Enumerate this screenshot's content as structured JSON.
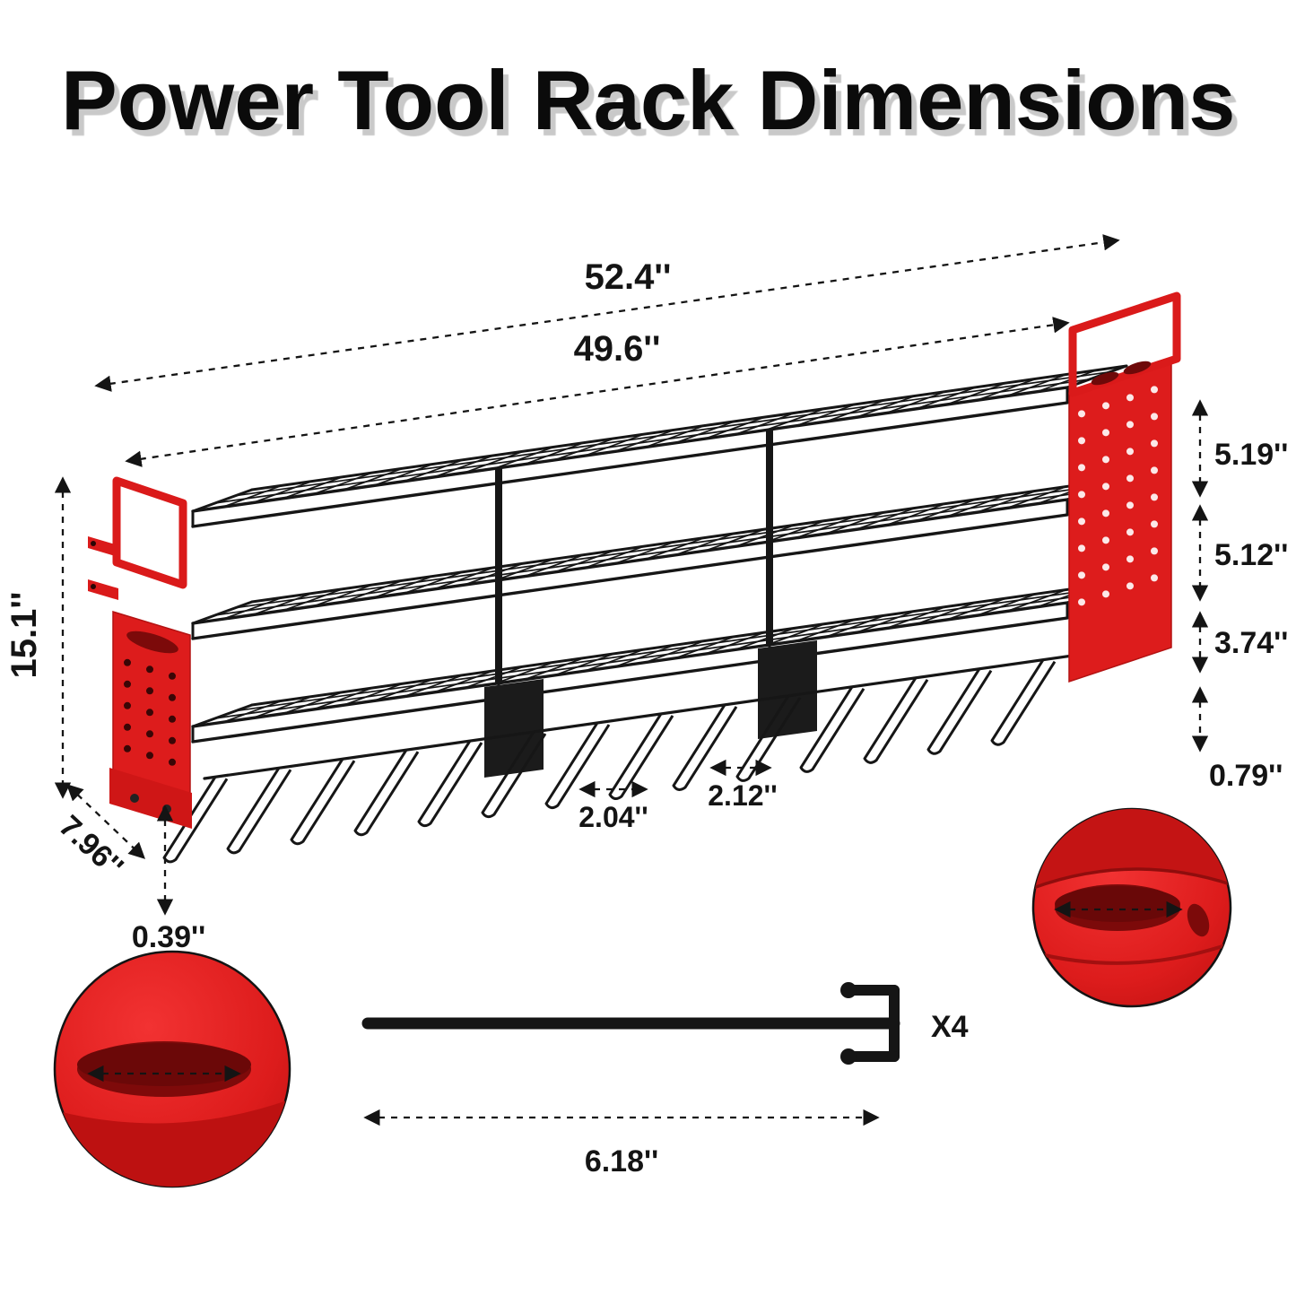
{
  "title": "Power Tool Rack Dimensions",
  "dimensions": {
    "overall_width": "52.4''",
    "inner_width": "49.6''",
    "tier_gap_top": "5.19''",
    "tier_gap_middle": "5.12''",
    "tier_gap_bottom": "3.74''",
    "hook_drop": "0.79''",
    "total_height": "15.1''",
    "depth": "7.96''",
    "panel_thickness": "0.39''",
    "prong_gap_left": "2.04''",
    "prong_gap_right": "2.12''",
    "hook_length": "6.18''"
  },
  "hook_quantity_label": "X4",
  "colors": {
    "brand_red": "#dd1c1c",
    "dark_red": "#7c0a0a",
    "rack_black": "#161616",
    "title_shadow": "#c9c9c9"
  }
}
